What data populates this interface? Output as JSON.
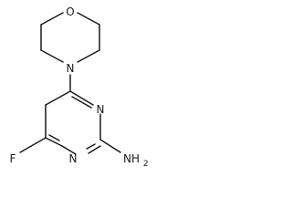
{
  "structure": {
    "atoms": {
      "morpholine_oxygen": "O",
      "morpholine_nitrogen": "N",
      "ring_nitrogen_upper": "N",
      "ring_nitrogen_lower": "N",
      "fluorine": "F",
      "amine_text": "NH",
      "amine_subscript": "2"
    }
  }
}
